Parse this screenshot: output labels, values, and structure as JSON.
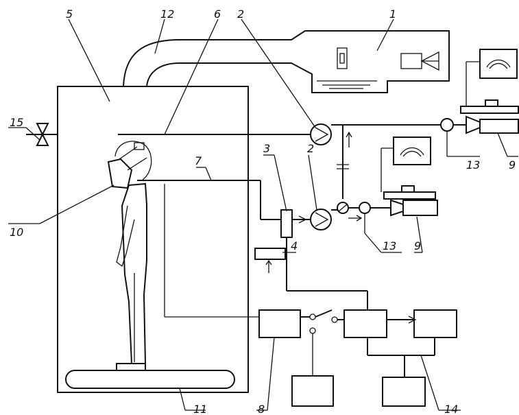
{
  "labels": {
    "l1": "1",
    "l2a": "2",
    "l2b": "2",
    "l3": "3",
    "l4": "4",
    "l5": "5",
    "l6": "6",
    "l7": "7",
    "l8": "8",
    "l9a": "9",
    "l9b": "9",
    "l10": "10",
    "l11": "11",
    "l12": "12",
    "l13a": "13",
    "l13b": "13",
    "l14": "14",
    "l15": "15"
  }
}
